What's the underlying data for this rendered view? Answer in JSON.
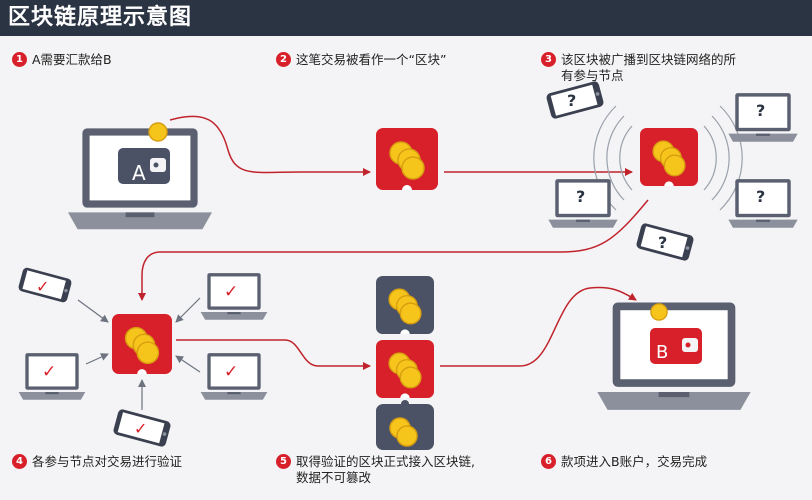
{
  "title": "区块链原理示意图",
  "steps": [
    {
      "num": "1",
      "text": "A需要汇款给B"
    },
    {
      "num": "2",
      "text": "这笔交易被看作一个“区块”"
    },
    {
      "num": "3",
      "text": "该区块被广播到区块链网络的所\n有参与节点"
    },
    {
      "num": "4",
      "text": "各参与节点对交易进行验证"
    },
    {
      "num": "5",
      "text": "取得验证的区块正式接入区块链,\n数据不可篡改"
    },
    {
      "num": "6",
      "text": "款项进入B账户，交易完成"
    }
  ],
  "labels": {
    "sender": "A",
    "receiver": "B",
    "unknown_mark": "?",
    "verified_mark": "✓"
  },
  "colors": {
    "accent": "#d8202a",
    "coin": "#f6c51c",
    "dark": "#2b3443",
    "chain_block": "#4b5266"
  }
}
